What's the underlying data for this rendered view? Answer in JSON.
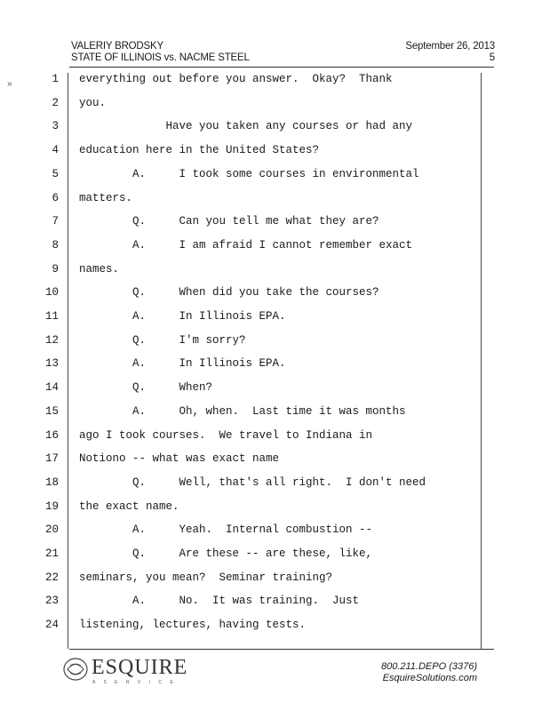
{
  "header": {
    "witness": "VALERIY BRODSKY",
    "case": "STATE OF ILLINOIS vs. NACME STEEL",
    "date": "September 26, 2013",
    "page": "5"
  },
  "lines": [
    {
      "n": "1",
      "text": "everything out before you answer.  Okay?  Thank"
    },
    {
      "n": "2",
      "text": "you."
    },
    {
      "n": "3",
      "text": "             Have you taken any courses or had any"
    },
    {
      "n": "4",
      "text": "education here in the United States?"
    },
    {
      "n": "5",
      "text": "        A.     I took some courses in environmental"
    },
    {
      "n": "6",
      "text": "matters."
    },
    {
      "n": "7",
      "text": "        Q.     Can you tell me what they are?"
    },
    {
      "n": "8",
      "text": "        A.     I am afraid I cannot remember exact"
    },
    {
      "n": "9",
      "text": "names."
    },
    {
      "n": "10",
      "text": "        Q.     When did you take the courses?"
    },
    {
      "n": "11",
      "text": "        A.     In Illinois EPA."
    },
    {
      "n": "12",
      "text": "        Q.     I'm sorry?"
    },
    {
      "n": "13",
      "text": "        A.     In Illinois EPA."
    },
    {
      "n": "14",
      "text": "        Q.     When?"
    },
    {
      "n": "15",
      "text": "        A.     Oh, when.  Last time it was months"
    },
    {
      "n": "16",
      "text": "ago I took courses.  We travel to Indiana in"
    },
    {
      "n": "17",
      "text": "Notiono -- what was exact name"
    },
    {
      "n": "18",
      "text": "        Q.     Well, that's all right.  I don't need"
    },
    {
      "n": "19",
      "text": "the exact name."
    },
    {
      "n": "20",
      "text": "        A.     Yeah.  Internal combustion --"
    },
    {
      "n": "21",
      "text": "        Q.     Are these -- are these, like,"
    },
    {
      "n": "22",
      "text": "seminars, you mean?  Seminar training?"
    },
    {
      "n": "23",
      "text": "        A.     No.  It was training.  Just"
    },
    {
      "n": "24",
      "text": "listening, lectures, having tests."
    }
  ],
  "footer": {
    "logo_name": "ESQUIRE",
    "logo_tagline": "A S E R V I C E",
    "phone": "800.211.DEPO (3376)",
    "website": "EsquireSolutions.com"
  },
  "colors": {
    "text": "#1a1a1a",
    "rule": "#333333"
  }
}
